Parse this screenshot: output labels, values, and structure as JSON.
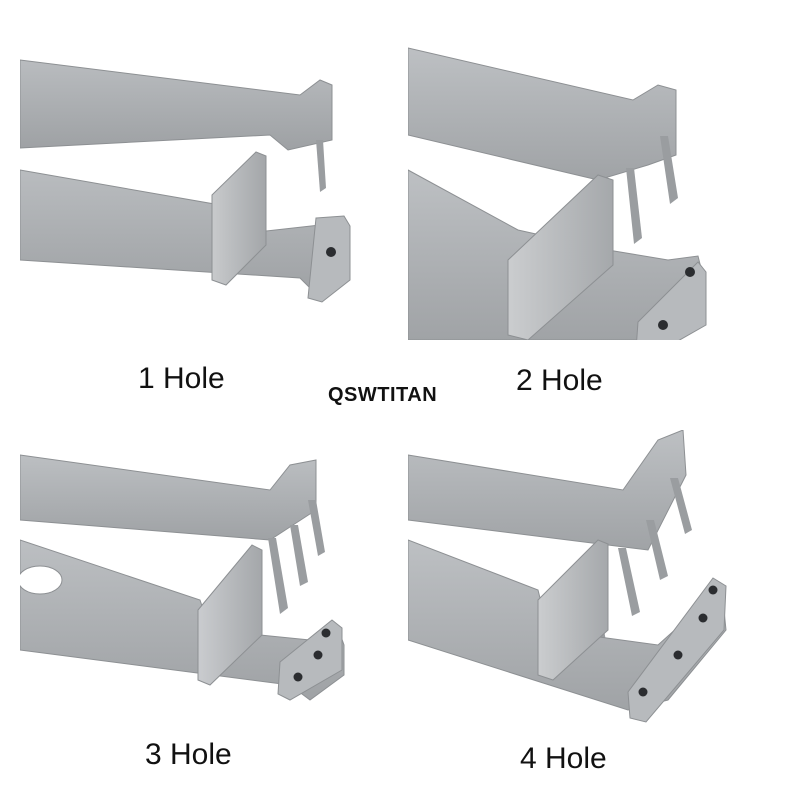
{
  "brand": "QSWTITAN",
  "colors": {
    "background": "#ffffff",
    "metal_light": "#c9cbcd",
    "metal_mid": "#a9acaf",
    "metal_dark": "#8d9093",
    "hole": "#2b2d30",
    "text": "#111111"
  },
  "panels": [
    {
      "label": "1 Hole",
      "holes": 1
    },
    {
      "label": "2 Hole",
      "holes": 2
    },
    {
      "label": "3 Hole",
      "holes": 3
    },
    {
      "label": "4 Hole",
      "holes": 4
    }
  ]
}
